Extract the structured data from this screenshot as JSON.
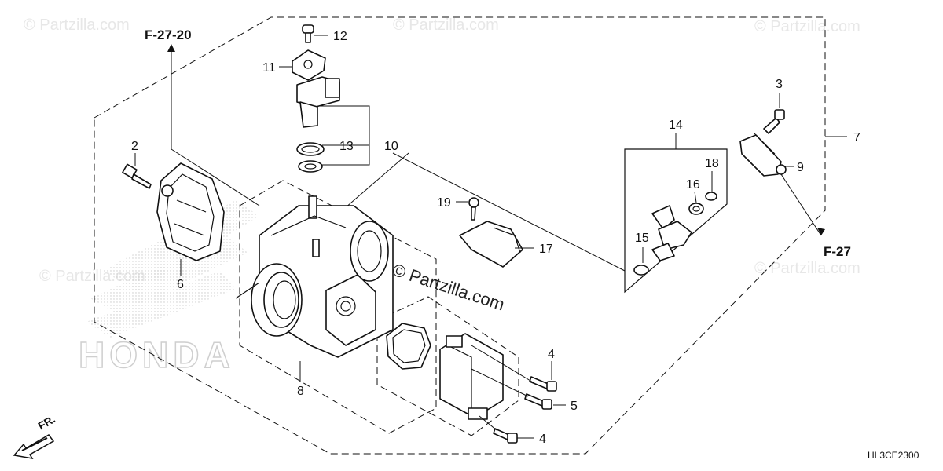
{
  "references": {
    "top_left": "F-27-20",
    "right": "F-27"
  },
  "diagram_code": "HL3CE2300",
  "front_indicator": "FR.",
  "brand_watermark": "HONDA",
  "watermarks": {
    "site": "© Partzilla.com",
    "center": "© Partzilla.com"
  },
  "callouts": {
    "c2": "2",
    "c3": "3",
    "c4a": "4",
    "c4b": "4",
    "c5": "5",
    "c6": "6",
    "c7": "7",
    "c8": "8",
    "c9": "9",
    "c10": "10",
    "c11": "11",
    "c12": "12",
    "c13": "13",
    "c14": "14",
    "c15": "15",
    "c16": "16",
    "c17": "17",
    "c18": "18",
    "c19": "19"
  }
}
